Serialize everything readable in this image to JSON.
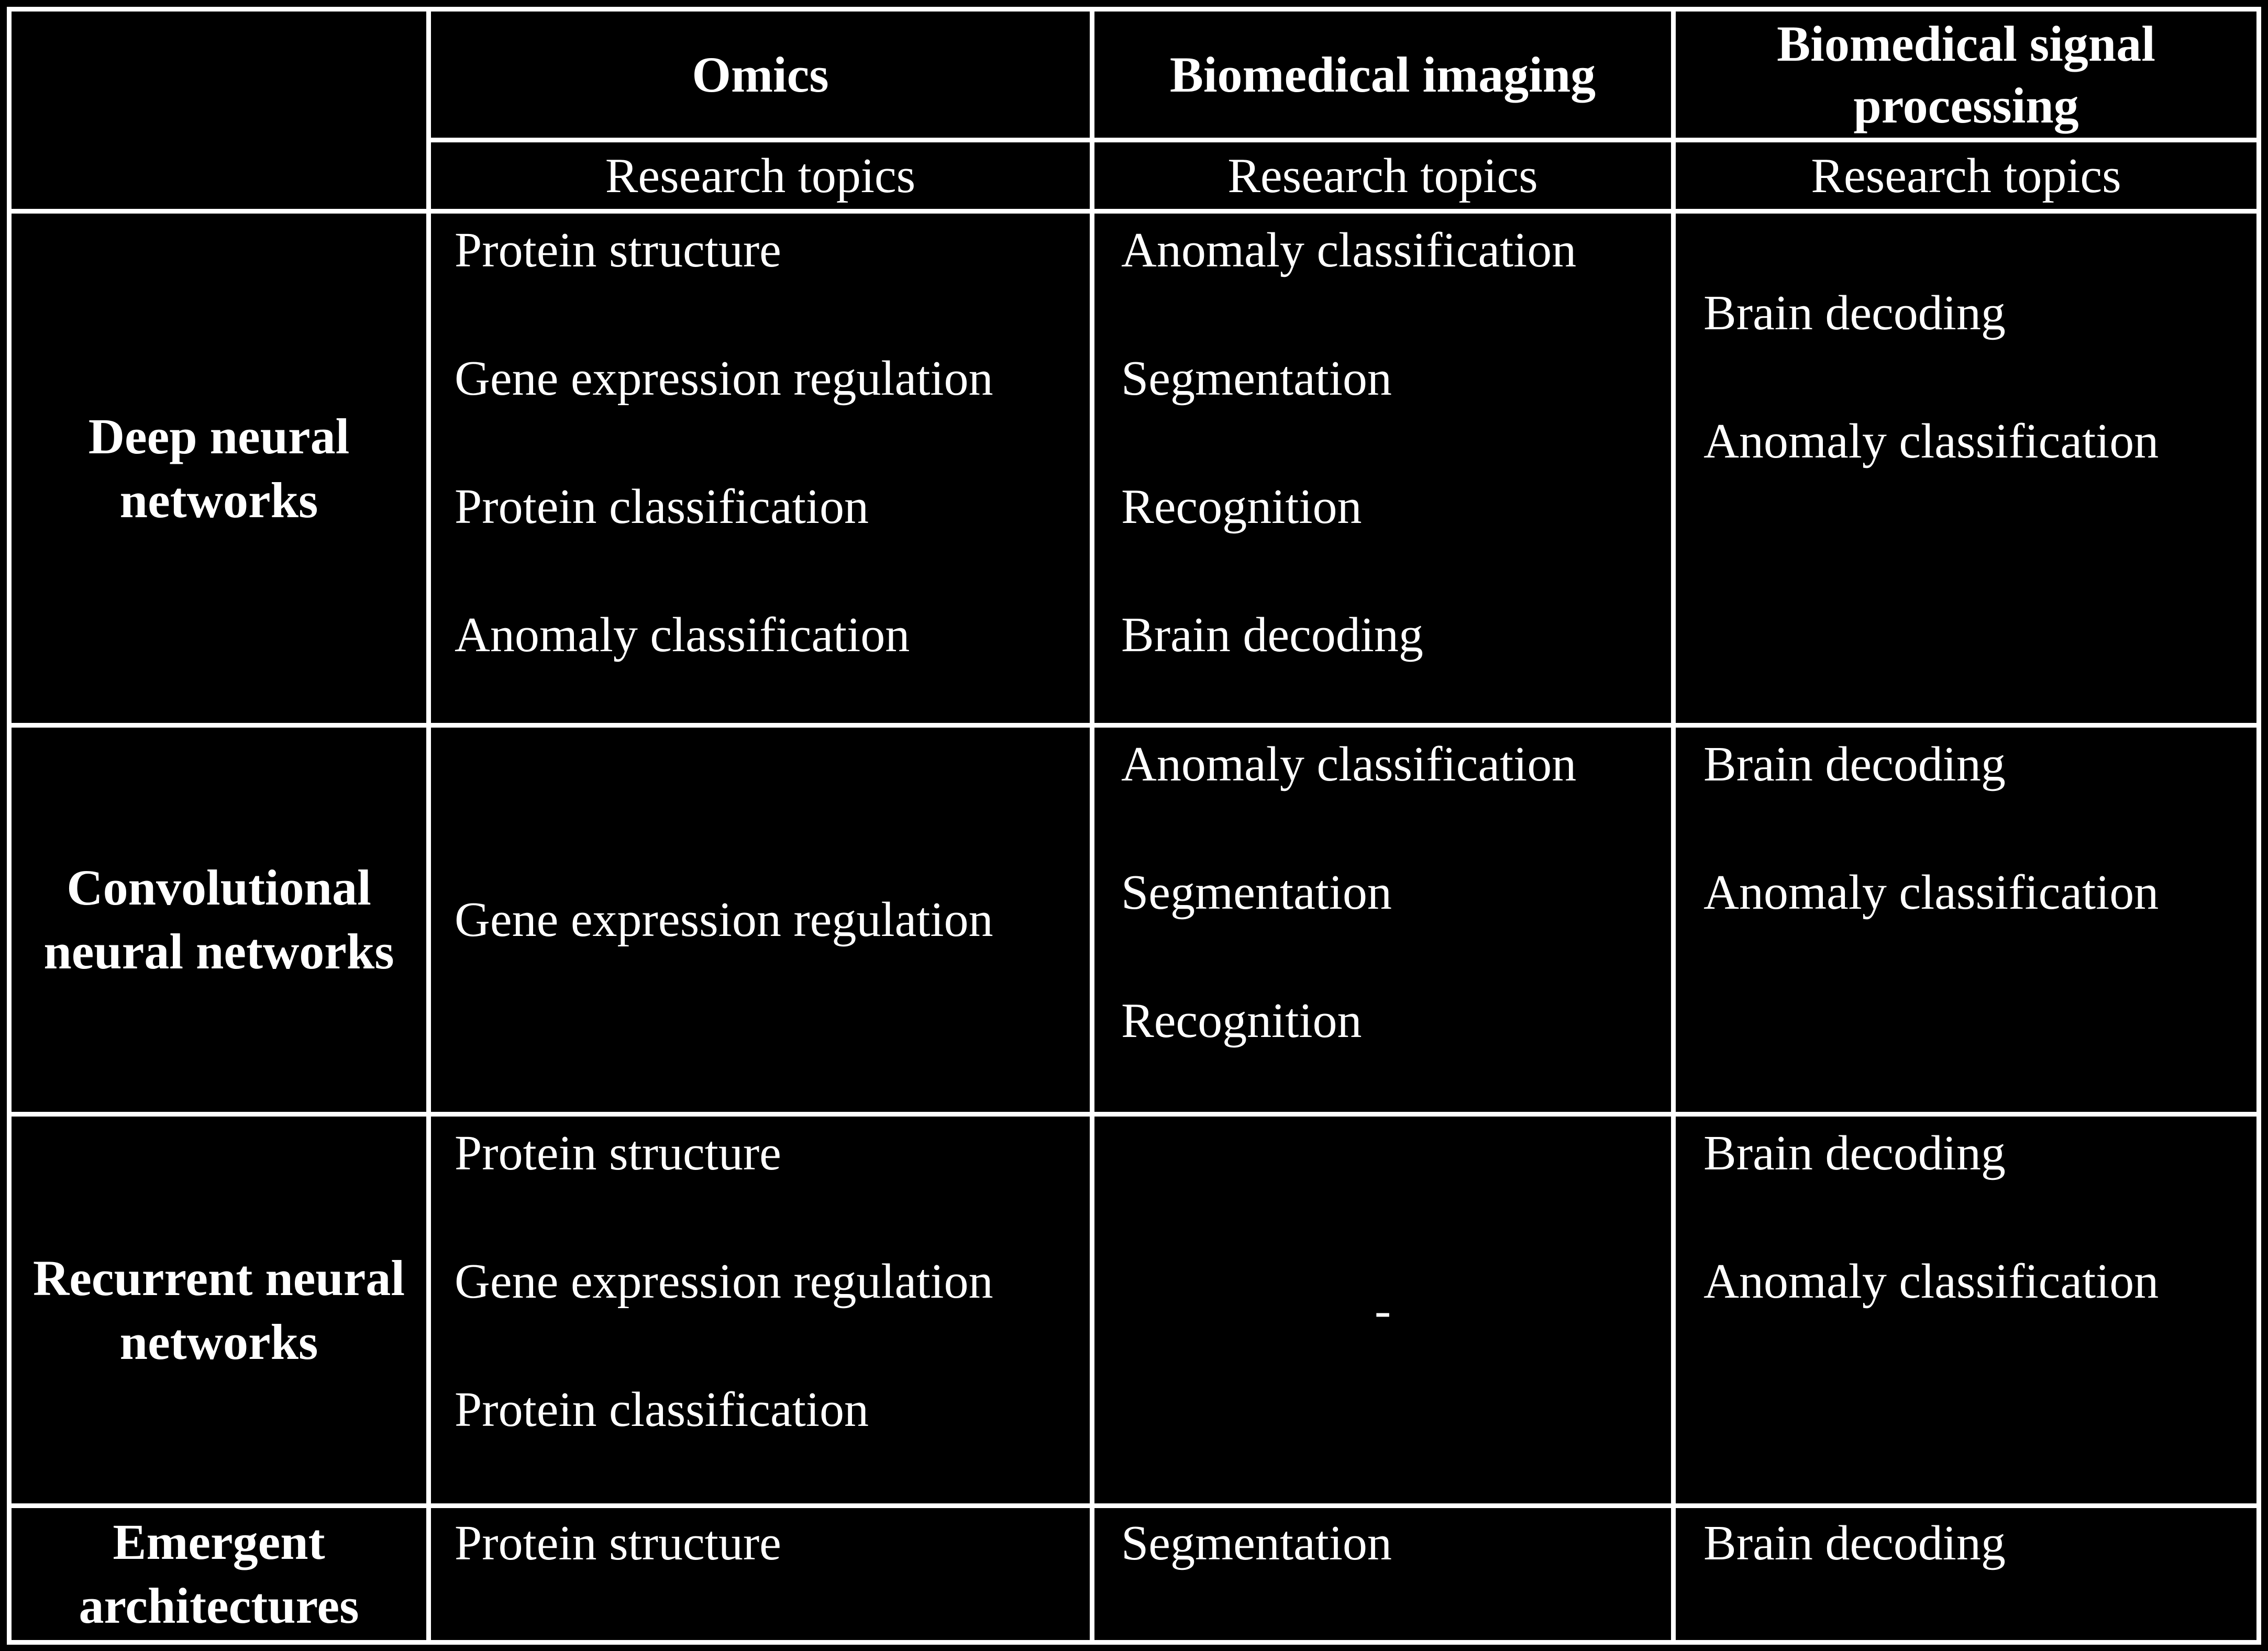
{
  "columns": [
    {
      "title": "Omics",
      "subtitle": "Research topics"
    },
    {
      "title": "Biomedical imaging",
      "subtitle": "Research topics"
    },
    {
      "title": "Biomedical signal processing",
      "subtitle": "Research topics"
    }
  ],
  "rows": [
    {
      "label": "Deep neural networks",
      "cells": [
        [
          "Protein structure",
          "Gene expression regulation",
          "Protein classification",
          "Anomaly classification"
        ],
        [
          "Anomaly classification",
          "Segmentation",
          "Recognition",
          "Brain decoding"
        ],
        [
          "Brain decoding",
          "Anomaly classification"
        ]
      ]
    },
    {
      "label": "Convolutional neural networks",
      "cells": [
        [
          "Gene expression regulation"
        ],
        [
          "Anomaly classification",
          "Segmentation",
          "Recognition"
        ],
        [
          "Brain decoding",
          "Anomaly classification"
        ]
      ]
    },
    {
      "label": "Recurrent neural networks",
      "cells": [
        [
          "Protein structure",
          "Gene expression regulation",
          "Protein classification"
        ],
        [
          "-"
        ],
        [
          "Brain decoding",
          "Anomaly classification"
        ]
      ]
    },
    {
      "label": "Emergent architectures",
      "cells": [
        [
          "Protein structure"
        ],
        [
          "Segmentation"
        ],
        [
          "Brain decoding"
        ]
      ]
    }
  ]
}
